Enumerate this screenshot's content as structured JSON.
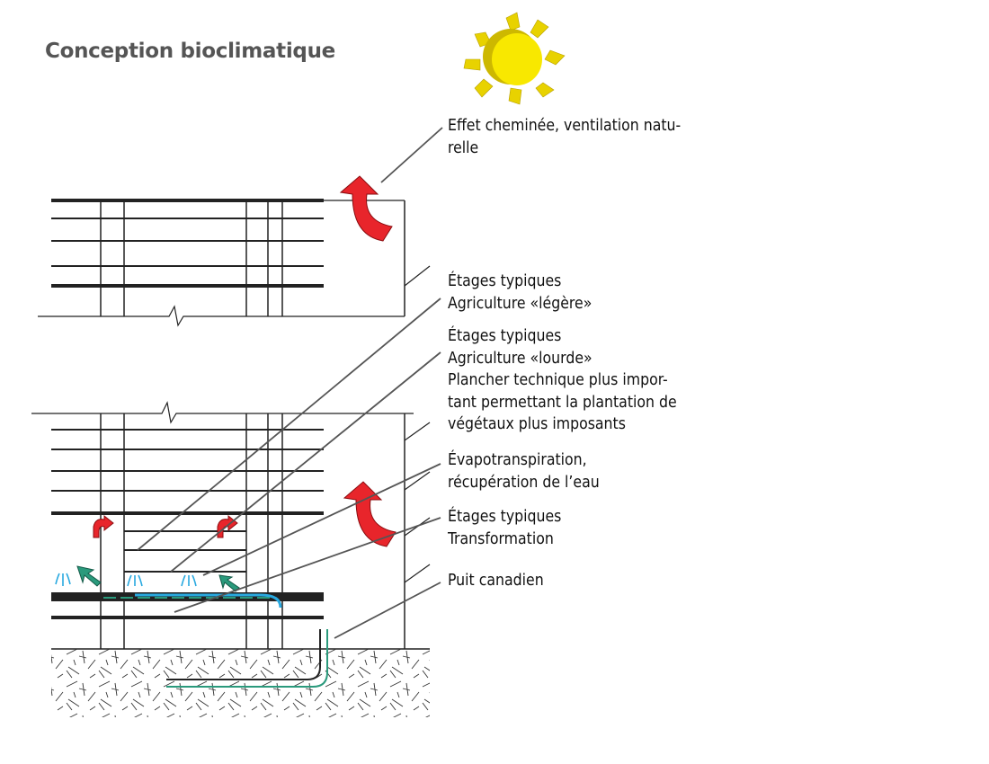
{
  "title": "Conception bioclimatique",
  "colors": {
    "sun": "#f5e000",
    "sun_rays": "#e8d200",
    "hot_air": "#e8252b",
    "cool_air": "#2a9a7c",
    "water": "#29a9e0",
    "structure": "#222222",
    "text": "#111111",
    "title": "#555555"
  },
  "labels": {
    "chimney": [
      "Effet cheminée, ventilation natu-",
      "relle"
    ],
    "light": [
      "Étages typiques",
      "Agriculture «légère»"
    ],
    "heavy": [
      "Étages typiques",
      "Agriculture «lourde»",
      "Plancher technique plus impor-",
      "tant permettant la plantation de",
      "végétaux plus imposants"
    ],
    "evapo": [
      "Évapotranspiration,",
      "récupération de l’eau"
    ],
    "transform": [
      "Étages typiques",
      "Transformation"
    ],
    "puits": [
      "Puit canadien"
    ]
  },
  "icons": [
    "sun-icon",
    "hot-air-arrow-icon",
    "cool-air-arrow-icon",
    "water-drops-icon"
  ]
}
